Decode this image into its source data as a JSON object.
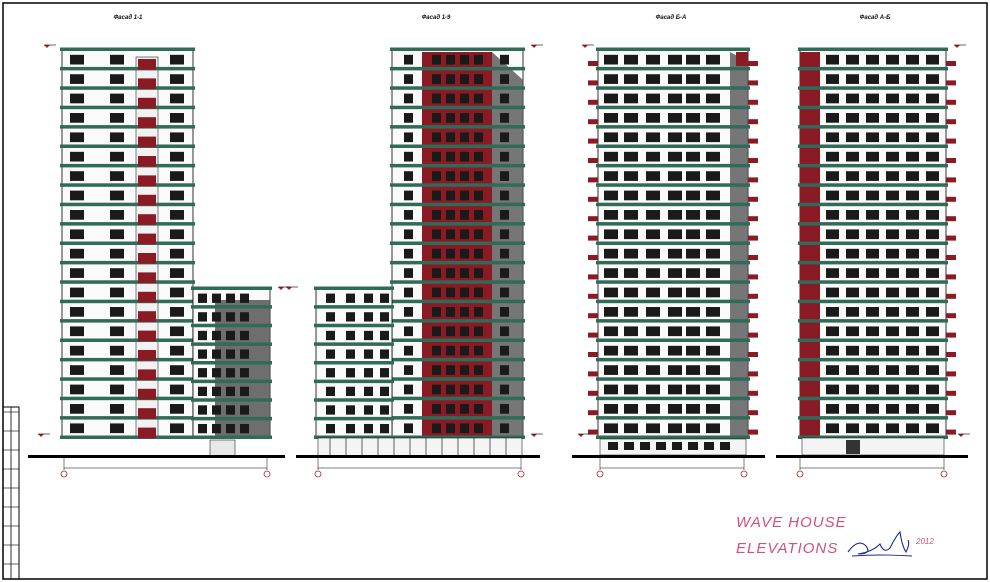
{
  "sheet": {
    "caption_line1": "WAVE HOUSE",
    "caption_line2": "ELEVATIONS",
    "year": "2012"
  },
  "elevations": [
    {
      "title": "Фасад 1-1",
      "floors_tall": 20,
      "floors_low": 8,
      "variant": "left"
    },
    {
      "title": "Фасад 1-9",
      "floors_tall": 20,
      "floors_low": 8,
      "variant": "right"
    },
    {
      "title": "Фасад Б-А",
      "floors_tall": 20,
      "variant": "front"
    },
    {
      "title": "Фасад А-Б",
      "floors_tall": 20,
      "variant": "back"
    }
  ],
  "colors": {
    "slab": "#2f6b58",
    "window": "#1a1a1a",
    "accent": "#8a1a24",
    "shadow": "#555555",
    "caption": "#d2507a"
  }
}
